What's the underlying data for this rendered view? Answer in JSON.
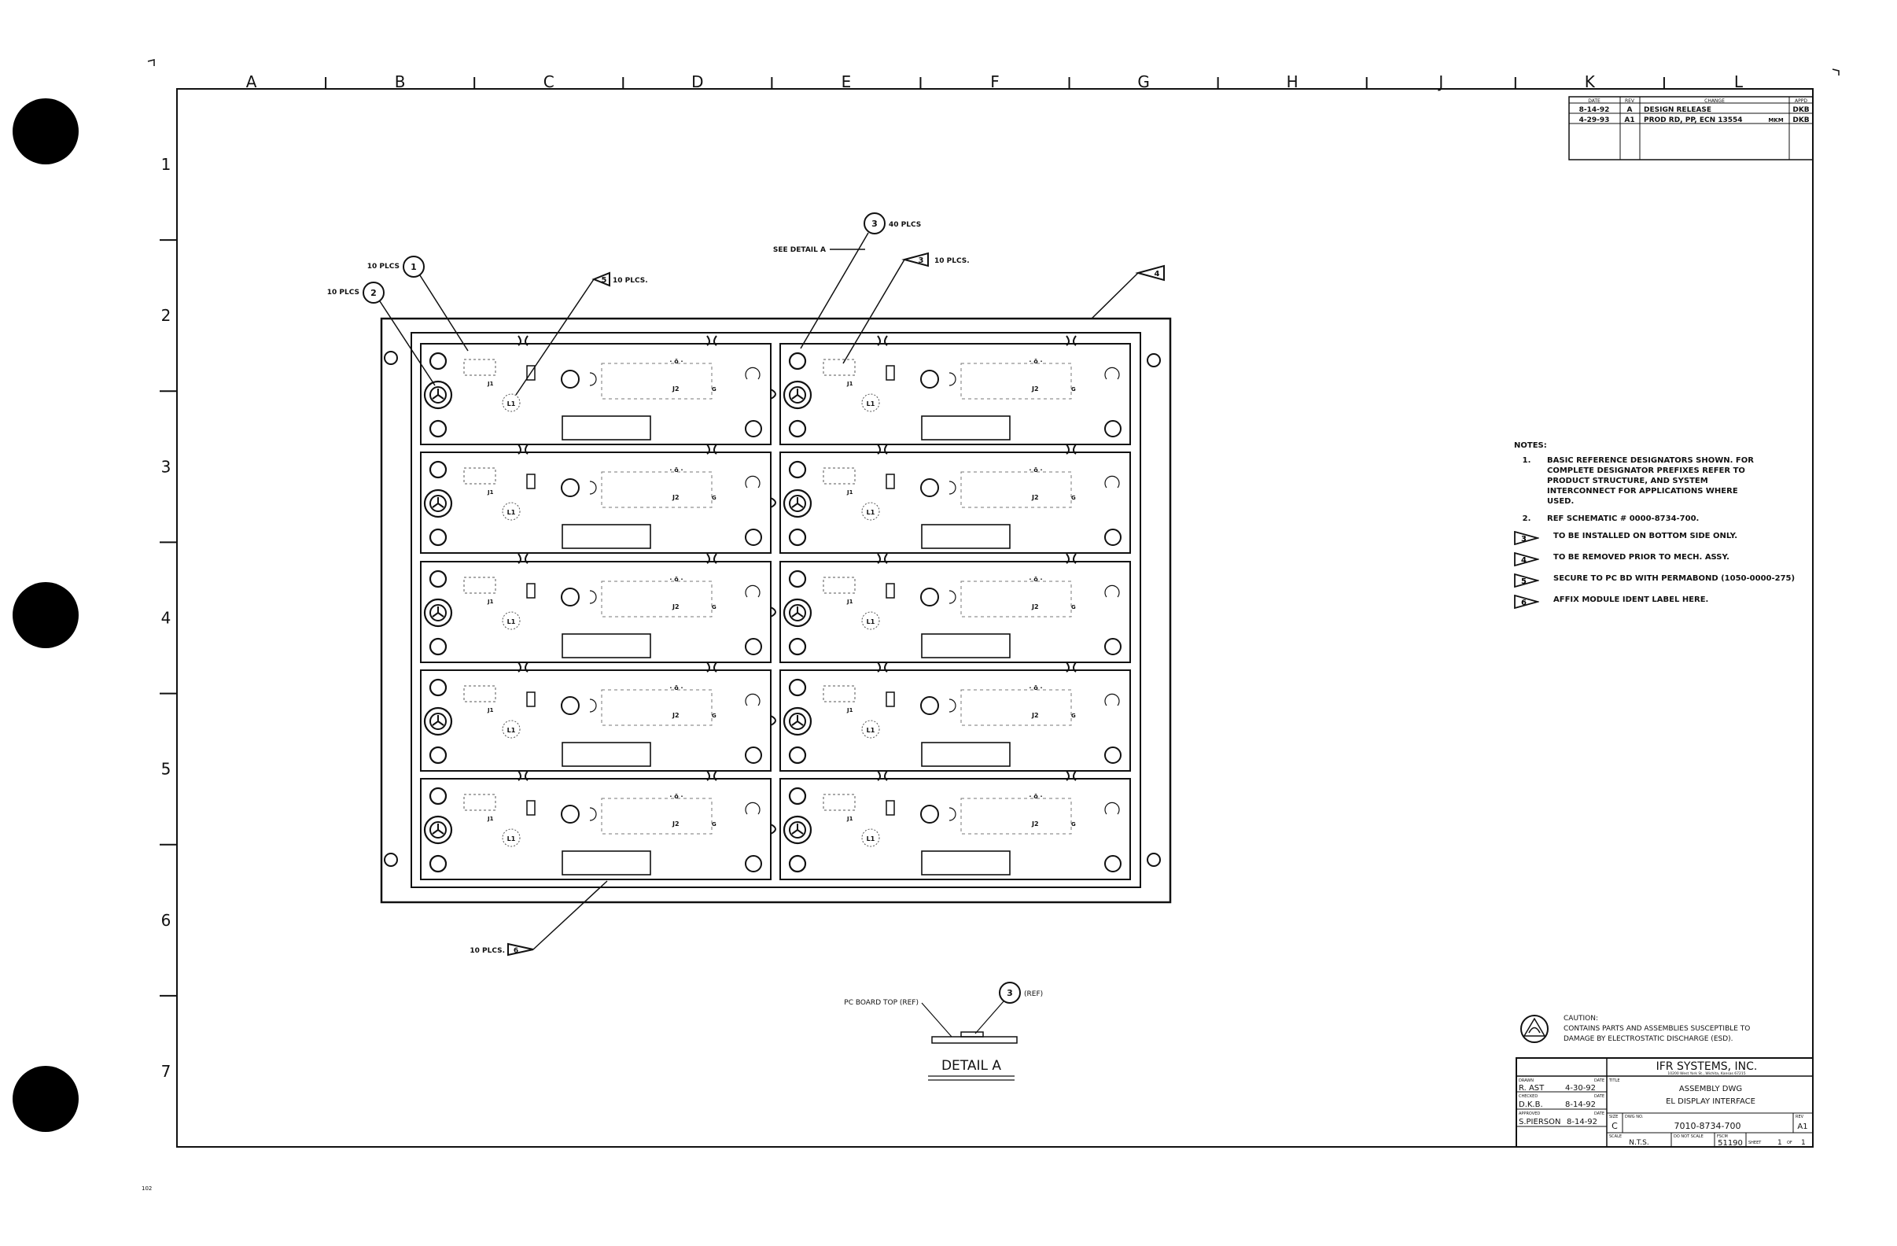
{
  "columns": [
    "A",
    "B",
    "C",
    "D",
    "E",
    "F",
    "G",
    "H",
    "J",
    "K",
    "L"
  ],
  "rows": [
    "1",
    "2",
    "3",
    "4",
    "5",
    "6",
    "7"
  ],
  "revision_table": {
    "headers": [
      "DATE",
      "REV",
      "CHANGE",
      "APPD"
    ],
    "rows": [
      {
        "date": "8-14-92",
        "rev": "A",
        "change": "DESIGN RELEASE",
        "appd": "DKB"
      },
      {
        "date": "4-29-93",
        "rev": "A1",
        "change": "PROD RD, PP, ECN 13554",
        "initials": "MKM",
        "appd": "DKB"
      }
    ]
  },
  "callouts": {
    "c1": {
      "num": "1",
      "text": "10 PLCS"
    },
    "c2": {
      "num": "2",
      "text": "10 PLCS"
    },
    "c3a": {
      "num": "3",
      "text": "40 PLCS"
    },
    "c3b": {
      "num": "3",
      "text": "10 PLCS."
    },
    "c4": {
      "num": "4"
    },
    "c5": {
      "num": "5",
      "text": "10 PLCS."
    },
    "c6": {
      "num": "6",
      "text": "10 PLCS."
    },
    "see_detail": "SEE DETAIL A"
  },
  "board": {
    "cell_labels": {
      "j1": "J1",
      "j2": "J2",
      "l1": "L1",
      "g": "G"
    }
  },
  "detail": {
    "pc_board_top": "PC BOARD TOP (REF)",
    "callout_num": "3",
    "callout_text": "(REF)",
    "title": "DETAIL A"
  },
  "notes": {
    "header": "NOTES:",
    "items": [
      {
        "num": "1.",
        "text": "BASIC REFERENCE DESIGNATORS SHOWN. FOR\nCOMPLETE DESIGNATOR PREFIXES REFER TO\nPRODUCT STRUCTURE, AND SYSTEM\nINTERCONNECT FOR APPLICATIONS WHERE\nUSED."
      },
      {
        "num": "2.",
        "text": "REF SCHEMATIC # 0000-8734-700."
      },
      {
        "flag": "3",
        "text": "TO BE INSTALLED ON BOTTOM SIDE ONLY."
      },
      {
        "flag": "4",
        "text": "TO BE REMOVED PRIOR TO MECH. ASSY."
      },
      {
        "flag": "5",
        "text": "SECURE TO PC BD WITH PERMABOND (1050-0000-275)"
      },
      {
        "flag": "6",
        "text": "AFFIX MODULE IDENT LABEL HERE."
      }
    ]
  },
  "caution": {
    "line1": "CAUTION:",
    "line2": "CONTAINS PARTS AND ASSEMBLIES SUSCEPTIBLE TO",
    "line3": "DAMAGE BY ELECTROSTATIC DISCHARGE (ESD)."
  },
  "title_block": {
    "company": "IFR SYSTEMS, INC.",
    "address": "10200 West York St., Wichita, Kansas 67215",
    "drawn_label": "DRAWN",
    "date_label": "DATE",
    "drawn_by": "R. AST",
    "drawn_date": "4-30-92",
    "checked_label": "CHECKED",
    "checked_by": "D.K.B.",
    "checked_date": "8-14-92",
    "approved_label": "APPROVED",
    "approved_by": "S.PIERSON",
    "approved_date": "8-14-92",
    "title_label": "TITLE",
    "title1": "ASSEMBLY DWG",
    "title2": "EL DISPLAY INTERFACE",
    "size_label": "SIZE",
    "size": "C",
    "dwg_label": "DWG NO.",
    "dwg_no": "7010-8734-700",
    "rev_label": "REV",
    "rev": "A1",
    "scale_label": "SCALE",
    "scale": "N.T.S.",
    "noscale_label": "DO NOT SCALE",
    "fscm_label": "FSCM",
    "fscm": "51190",
    "sheet_label": "SHEET",
    "sheet": "1",
    "of_label": "OF",
    "of": "1"
  },
  "margin": {
    "page_num": "102"
  }
}
